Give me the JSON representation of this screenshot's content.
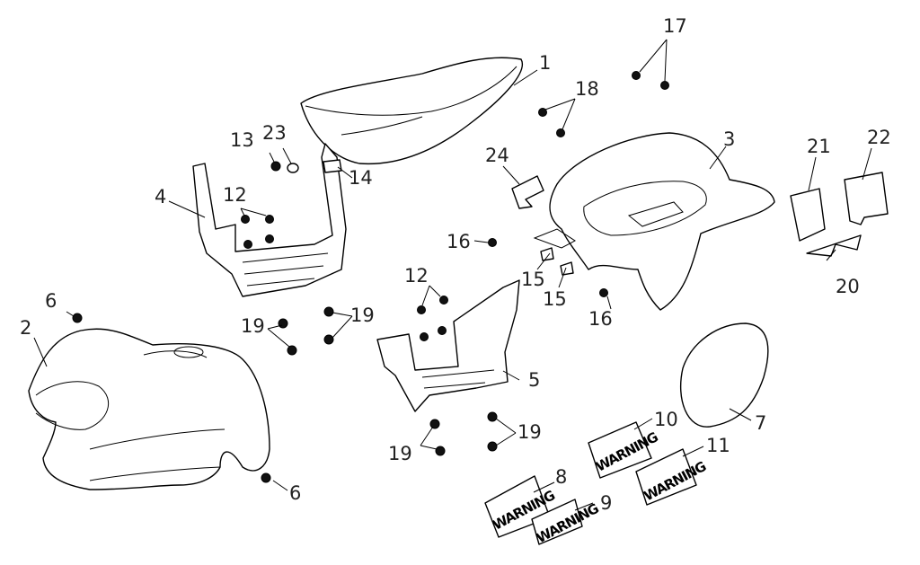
{
  "callouts": {
    "c1": "1",
    "c2": "2",
    "c3": "3",
    "c4": "4",
    "c5": "5",
    "c6": "6",
    "c7": "7",
    "c8": "8",
    "c9": "9",
    "c10": "10",
    "c11": "11",
    "c12": "12",
    "c13": "13",
    "c14": "14",
    "c15": "15",
    "c16": "16",
    "c17": "17",
    "c18": "18",
    "c19": "19",
    "c20": "20",
    "c21": "21",
    "c22": "22",
    "c23": "23",
    "c24": "24"
  },
  "decal_text": "WARNING"
}
